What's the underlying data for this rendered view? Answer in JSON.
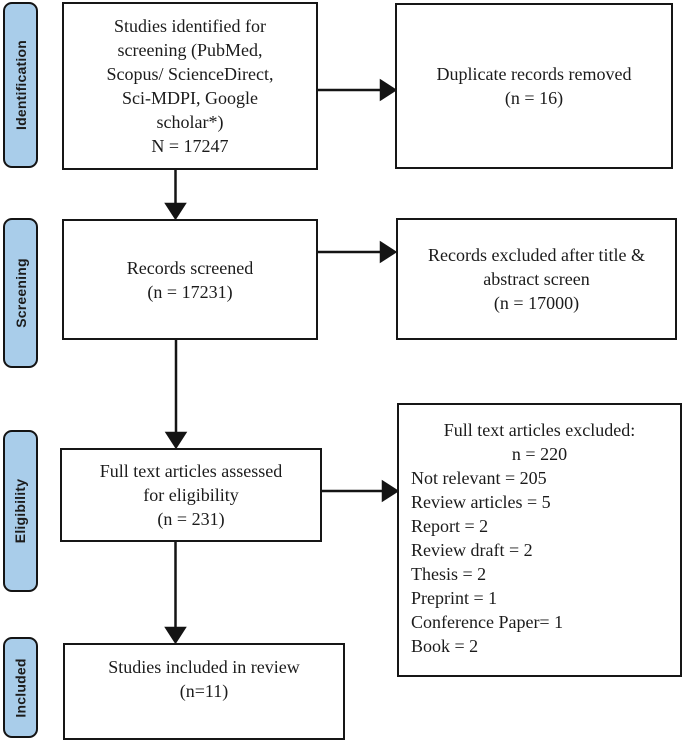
{
  "diagram": {
    "kind": "PRISMA flow diagram",
    "colors": {
      "stage_fill": "#A9CDEA",
      "line": "#141414",
      "box_background": "#FFFFFF"
    },
    "stages": [
      {
        "label": "Identification"
      },
      {
        "label": "Screening"
      },
      {
        "label": "Eligibility"
      },
      {
        "label": "Included"
      }
    ],
    "boxes": {
      "identified": {
        "lines": [
          "Studies identified for",
          "screening (PubMed,",
          "Scopus/ ScienceDirect,",
          "Sci-MDPI, Google",
          "scholar*)",
          "N = 17247"
        ]
      },
      "duplicates_removed": {
        "lines": [
          "Duplicate records removed",
          "(n = 16)"
        ]
      },
      "records_screened": {
        "lines": [
          "Records screened",
          "(n = 17231)"
        ]
      },
      "title_abstract_excluded": {
        "lines": [
          "Records excluded after title &",
          "abstract screen",
          "(n = 17000)"
        ]
      },
      "fulltext_assessed": {
        "lines": [
          "Full text articles assessed",
          "for eligibility",
          "(n = 231)"
        ]
      },
      "fulltext_excluded": {
        "header_lines": [
          "Full text articles excluded:",
          "n = 220"
        ],
        "item_lines": [
          "Not relevant = 205",
          "Review articles = 5",
          "Report = 2",
          "Review draft = 2",
          "Thesis = 2",
          "Preprint = 1",
          "Conference Paper= 1",
          "Book = 2"
        ]
      },
      "included_in_review": {
        "lines": [
          "Studies included in review",
          "(n=11)"
        ]
      }
    }
  }
}
